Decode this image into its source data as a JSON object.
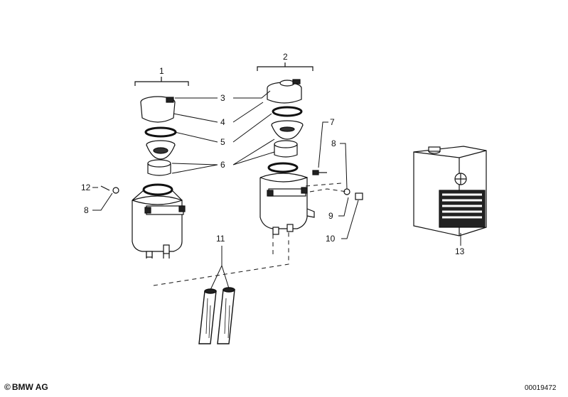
{
  "callouts": {
    "c1": "1",
    "c2": "2",
    "c3": "3",
    "c4": "4",
    "c5": "5",
    "c6": "6",
    "c7": "7",
    "c8a": "8",
    "c8b": "8",
    "c9": "9",
    "c10": "10",
    "c11": "11",
    "c12": "12",
    "c13": "13"
  },
  "footer": {
    "copyright_symbol": "©",
    "brand": "BMW AG",
    "drawing_number": "00019472"
  },
  "colors": {
    "ink": "#111111",
    "paper": "#ffffff"
  }
}
